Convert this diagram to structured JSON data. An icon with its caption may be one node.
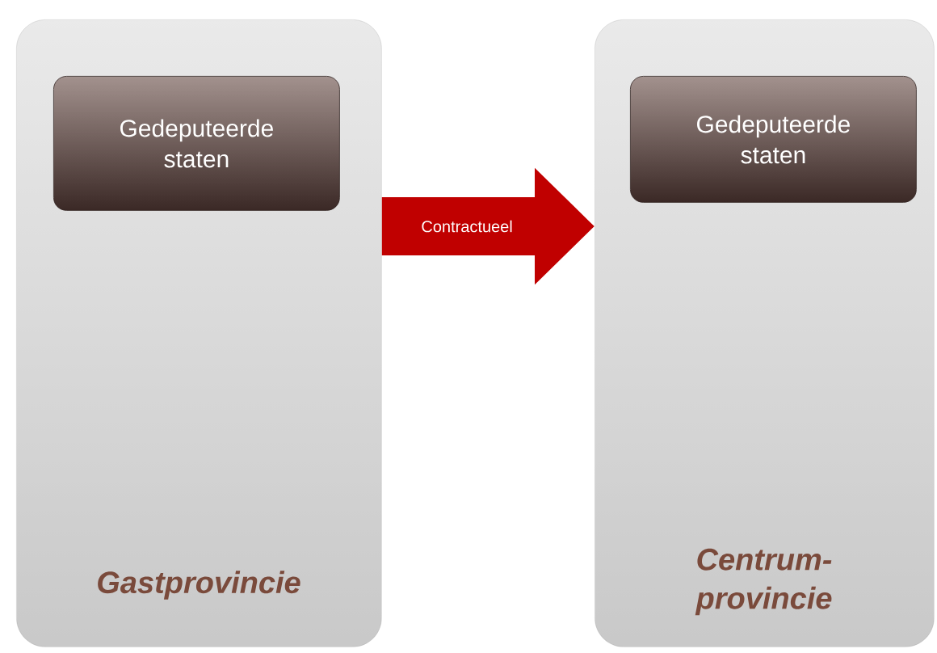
{
  "diagram": {
    "nodes": [
      {
        "text": [
          "Gastprovincie"
        ]
      },
      {
        "text": [
          "Gedeputeerde staten"
        ],
        "in": 0
      },
      {
        "text": [
          "Centrum- provincie"
        ]
      },
      {
        "text": [
          "Gedeputeerde staten"
        ],
        "in": 2
      }
    ],
    "edges": [
      {
        "from": 0,
        "to": 2,
        "arrow": "to",
        "label": "Contractueel",
        "color": "#c00000"
      }
    ]
  }
}
